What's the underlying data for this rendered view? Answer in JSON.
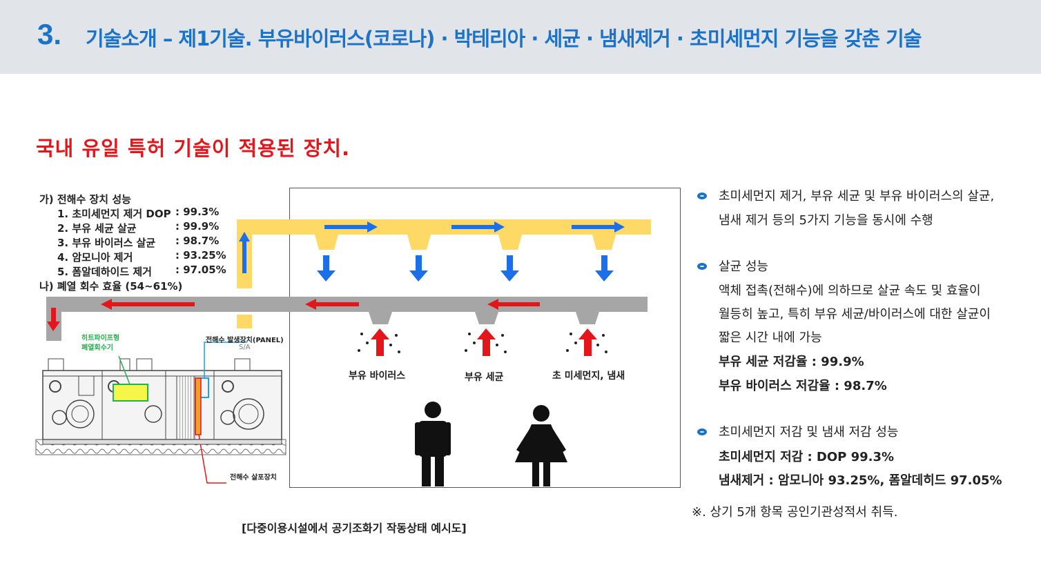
{
  "header": {
    "number": "3.",
    "title": "기술소개 – 제1기술. 부유바이러스(코로나) · 박테리아 · 세균 · 냄새제거 · 초미세먼지 기능을 갖춘 기술"
  },
  "subtitle": "국내 유일 특허 기술이 적용된 장치.",
  "specs": {
    "heading": "가) 전해수 장치 성능",
    "items": [
      {
        "label": "1. 초미세먼지 제거 DOP",
        "value": ": 99.3%"
      },
      {
        "label": "2. 부유 세균 살균",
        "value": ": 99.9%"
      },
      {
        "label": "3. 부유 바이러스 살균",
        "value": ": 98.7%"
      },
      {
        "label": "4. 암모니아 제거",
        "value": ": 93.25%"
      },
      {
        "label": "5. 폼알데하이드 제거",
        "value": ": 97.05%"
      }
    ],
    "footer": "나) 폐열 회수 효율 (54~61%)"
  },
  "diagram": {
    "labels": {
      "heatpipe": "히트파이프형\n폐열회수기",
      "panel": "전해수 발생장치(PANEL)",
      "sa": "S/A",
      "spray": "전해수 살포장치",
      "virus": "부유 바이러스",
      "bacteria": "부유 세균",
      "dust": "초 미세먼지, 냄새"
    },
    "caption": "[다중이용시설에서 공기조화기 작동상태 예시도]",
    "colors": {
      "supply_duct": "#ffd966",
      "return_duct": "#a6a6a6",
      "supply_arrow": "#1c6fe8",
      "return_arrow": "#e3161b"
    }
  },
  "right": {
    "sections": [
      {
        "title": "초미세먼지 제거, 부유 세균 및 부유 바이러스의 살균,",
        "lines": [
          "냄새 제거 등의 5가지 기능을 동시에 수행"
        ]
      },
      {
        "title": "살균 성능",
        "lines": [
          "액체 접촉(전해수)에 의하므로 살균 속도 및 효율이",
          "월등히 높고, 특히 부유 세균/바이러스에 대한 살균이",
          "짧은 시간 내에 가능"
        ],
        "bold": [
          "부유 세균 저감율 : 99.9%",
          "부유 바이러스 저감율 : 98.7%"
        ]
      },
      {
        "title": "초미세먼지 저감 및 냄새 저감 성능",
        "bold": [
          "초미세먼지 저감 :  DOP 99.3%",
          "냄새제거 : 암모니아 93.25%, 폼알데히드 97.05%"
        ]
      }
    ],
    "note": "※. 상기 5개 항목 공인기관성적서 취득."
  }
}
